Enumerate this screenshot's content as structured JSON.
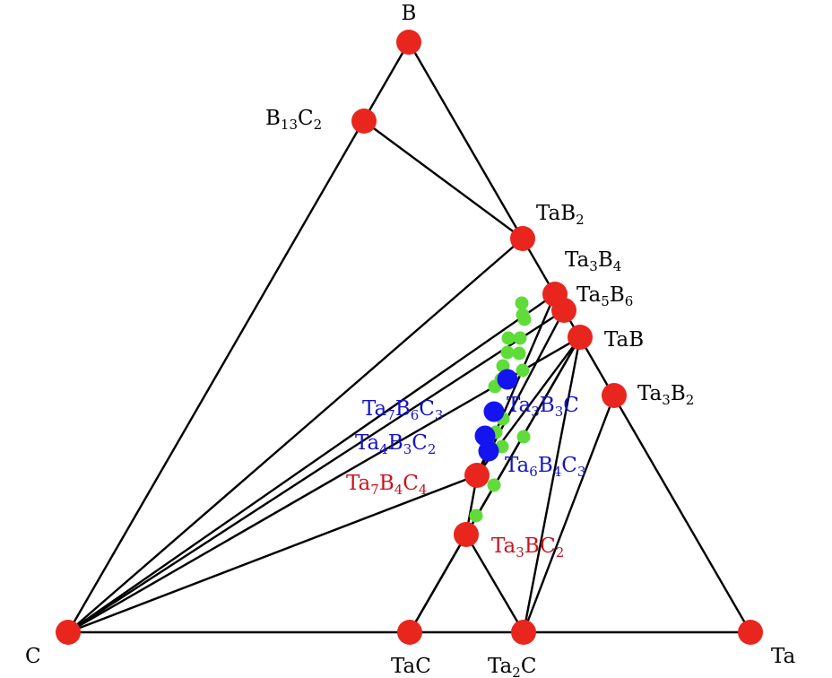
{
  "colors": {
    "stable_phase": "#e8261e",
    "predicted_phase": "#1414f0",
    "metastable_phase": "#5fdc3a",
    "line": "#000000",
    "label_default": "#000000",
    "label_predicted": "#1414c8",
    "label_stable_ternary": "#c8141e"
  },
  "stable_phases": [
    {
      "id": "B",
      "label": "B",
      "label_parts": [
        {
          "t": "B"
        }
      ],
      "label_color": "#000000"
    },
    {
      "id": "B13C2",
      "label": "B13C2",
      "label_parts": [
        {
          "t": "B"
        },
        {
          "t": "13",
          "sub": true
        },
        {
          "t": "C"
        },
        {
          "t": "2",
          "sub": true
        }
      ],
      "label_color": "#000000"
    },
    {
      "id": "TaB2",
      "label": "TaB2",
      "label_parts": [
        {
          "t": "TaB"
        },
        {
          "t": "2",
          "sub": true
        }
      ],
      "label_color": "#000000"
    },
    {
      "id": "Ta3B4",
      "label": "Ta3B4",
      "label_parts": [
        {
          "t": "Ta"
        },
        {
          "t": "3",
          "sub": true
        },
        {
          "t": "B"
        },
        {
          "t": "4",
          "sub": true
        }
      ],
      "label_color": "#000000"
    },
    {
      "id": "Ta5B6",
      "label": "Ta5B6",
      "label_parts": [
        {
          "t": "Ta"
        },
        {
          "t": "5",
          "sub": true
        },
        {
          "t": "B"
        },
        {
          "t": "6",
          "sub": true
        }
      ],
      "label_color": "#000000"
    },
    {
      "id": "TaB",
      "label": "TaB",
      "label_parts": [
        {
          "t": "TaB"
        }
      ],
      "label_color": "#000000"
    },
    {
      "id": "Ta3B2",
      "label": "Ta3B2",
      "label_parts": [
        {
          "t": "Ta"
        },
        {
          "t": "3",
          "sub": true
        },
        {
          "t": "B"
        },
        {
          "t": "2",
          "sub": true
        }
      ],
      "label_color": "#000000"
    },
    {
      "id": "Ta",
      "label": "Ta",
      "label_parts": [
        {
          "t": "Ta"
        }
      ],
      "label_color": "#000000"
    },
    {
      "id": "Ta2C",
      "label": "Ta2C",
      "label_parts": [
        {
          "t": "Ta"
        },
        {
          "t": "2",
          "sub": true
        },
        {
          "t": "C"
        }
      ],
      "label_color": "#000000"
    },
    {
      "id": "TaC",
      "label": "TaC",
      "label_parts": [
        {
          "t": "TaC"
        }
      ],
      "label_color": "#000000"
    },
    {
      "id": "C",
      "label": "C",
      "label_parts": [
        {
          "t": "C"
        }
      ],
      "label_color": "#000000"
    },
    {
      "id": "Ta7B4C4",
      "label": "Ta7B4C4",
      "label_parts": [
        {
          "t": "Ta"
        },
        {
          "t": "7",
          "sub": true
        },
        {
          "t": "B"
        },
        {
          "t": "4",
          "sub": true
        },
        {
          "t": "C"
        },
        {
          "t": "4",
          "sub": true
        }
      ],
      "label_color": "#c8141e"
    },
    {
      "id": "Ta3BC2",
      "label": "Ta3BC2",
      "label_parts": [
        {
          "t": "Ta"
        },
        {
          "t": "3",
          "sub": true
        },
        {
          "t": "BC"
        },
        {
          "t": "2",
          "sub": true
        }
      ],
      "label_color": "#c8141e"
    }
  ],
  "predicted_phases": [
    {
      "id": "Ta7B6C3",
      "label": "Ta7B6C3",
      "label_parts": [
        {
          "t": "Ta"
        },
        {
          "t": "7",
          "sub": true
        },
        {
          "t": "B"
        },
        {
          "t": "6",
          "sub": true
        },
        {
          "t": "C"
        },
        {
          "t": "3",
          "sub": true
        }
      ],
      "label_color": "#1414c8"
    },
    {
      "id": "Ta3B3C",
      "label": "Ta3B3C",
      "label_parts": [
        {
          "t": "Ta"
        },
        {
          "t": "3",
          "sub": true
        },
        {
          "t": "B"
        },
        {
          "t": "3",
          "sub": true
        },
        {
          "t": "C"
        }
      ],
      "label_color": "#1414c8"
    },
    {
      "id": "Ta4B3C2",
      "label": "Ta4B3C2",
      "label_parts": [
        {
          "t": "Ta"
        },
        {
          "t": "4",
          "sub": true
        },
        {
          "t": "B"
        },
        {
          "t": "3",
          "sub": true
        },
        {
          "t": "C"
        },
        {
          "t": "2",
          "sub": true
        }
      ],
      "label_color": "#1414c8"
    },
    {
      "id": "Ta6B4C3",
      "label": "Ta6B4C3",
      "label_parts": [
        {
          "t": "Ta"
        },
        {
          "t": "6",
          "sub": true
        },
        {
          "t": "B"
        },
        {
          "t": "4",
          "sub": true
        },
        {
          "t": "C"
        },
        {
          "t": "3",
          "sub": true
        }
      ],
      "label_color": "#1414c8"
    }
  ],
  "tie_lines": [
    [
      "B",
      "C"
    ],
    [
      "B",
      "Ta"
    ],
    [
      "C",
      "Ta"
    ],
    [
      "B13C2",
      "TaB2"
    ],
    [
      "TaB2",
      "C"
    ],
    [
      "Ta3B4",
      "C"
    ],
    [
      "Ta3B4",
      "Ta7B4C4"
    ],
    [
      "Ta5B6",
      "C"
    ],
    [
      "Ta5B6",
      "Ta7B4C4"
    ],
    [
      "TaB",
      "C"
    ],
    [
      "TaB",
      "Ta7B4C4"
    ],
    [
      "TaB",
      "Ta3BC2"
    ],
    [
      "TaB",
      "TaC"
    ],
    [
      "TaB",
      "Ta2C"
    ],
    [
      "Ta7B4C4",
      "C"
    ],
    [
      "Ta7B4C4",
      "Ta3BC2"
    ],
    [
      "Ta3BC2",
      "TaC"
    ],
    [
      "Ta3BC2",
      "Ta2C"
    ],
    [
      "Ta3B2",
      "Ta2C"
    ]
  ]
}
